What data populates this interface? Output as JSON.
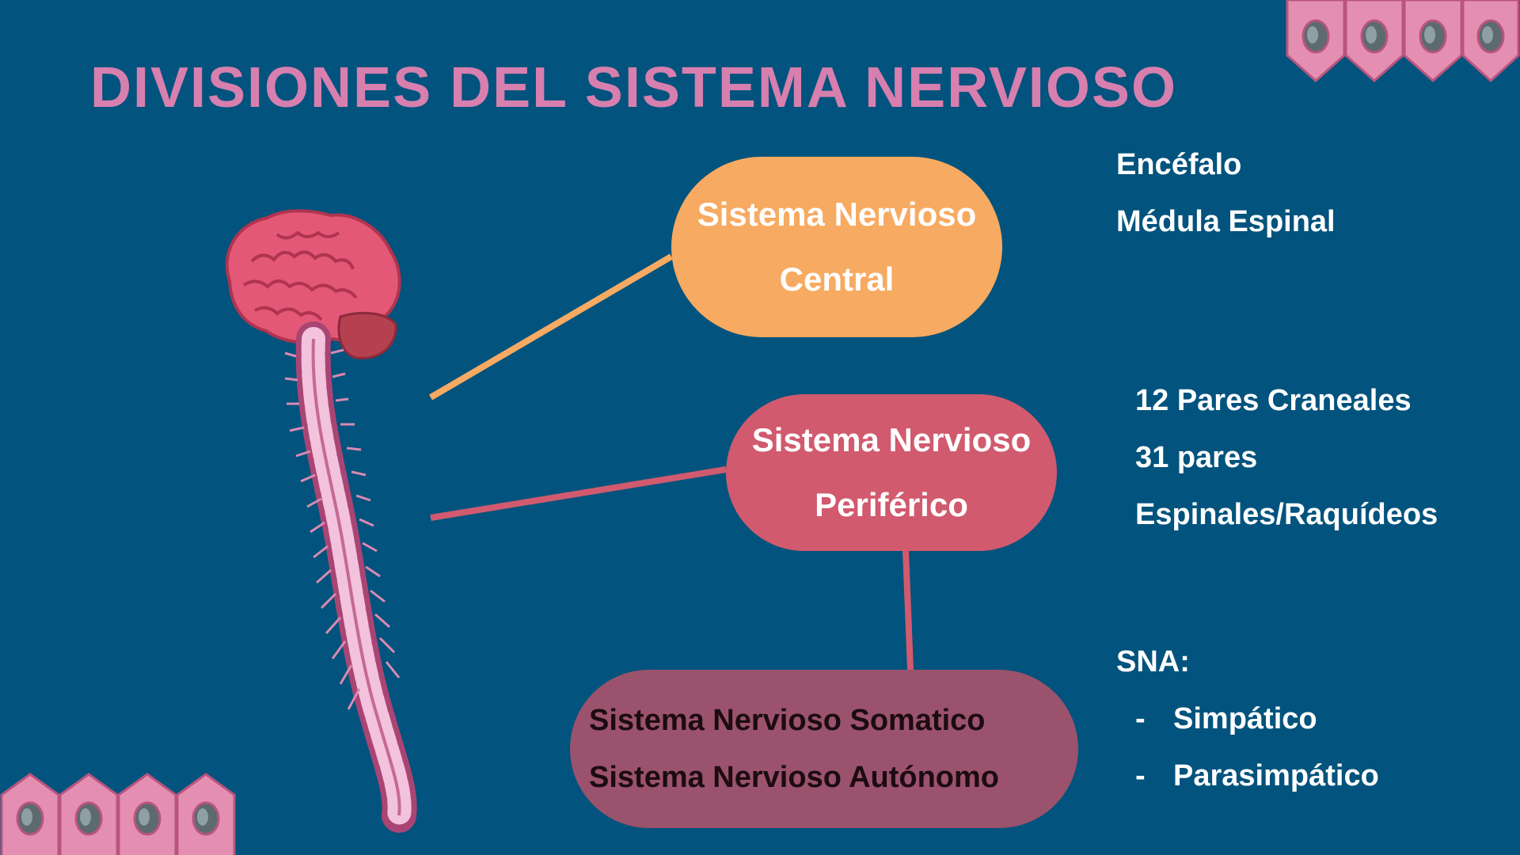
{
  "title": "DIVISIONES DEL SISTEMA NERVIOSO",
  "central": {
    "label_line1": "Sistema Nervioso",
    "label_line2": "Central",
    "items": [
      "Encéfalo",
      "Médula Espinal"
    ]
  },
  "periferico": {
    "label_line1": "Sistema Nervioso",
    "label_line2": "Periférico",
    "items": [
      "12 Pares Craneales",
      "31 pares",
      "Espinales/Raquídeos"
    ]
  },
  "subdivisions": {
    "line1": "Sistema Nervioso Somatico",
    "line2": "Sistema Nervioso Autónomo"
  },
  "sna": {
    "heading": "SNA:",
    "dash": "-",
    "items": [
      "Simpático",
      "Parasimpático"
    ]
  },
  "colors": {
    "background": "#02537d",
    "title": "#d77fae",
    "central": "#f7aa61",
    "periferico": "#d15a6e",
    "somatico": "#9b526c",
    "cell": "#e48fb1"
  },
  "icons": [
    "brain-illustration",
    "spinal-cord-illustration",
    "cell-decoration"
  ]
}
